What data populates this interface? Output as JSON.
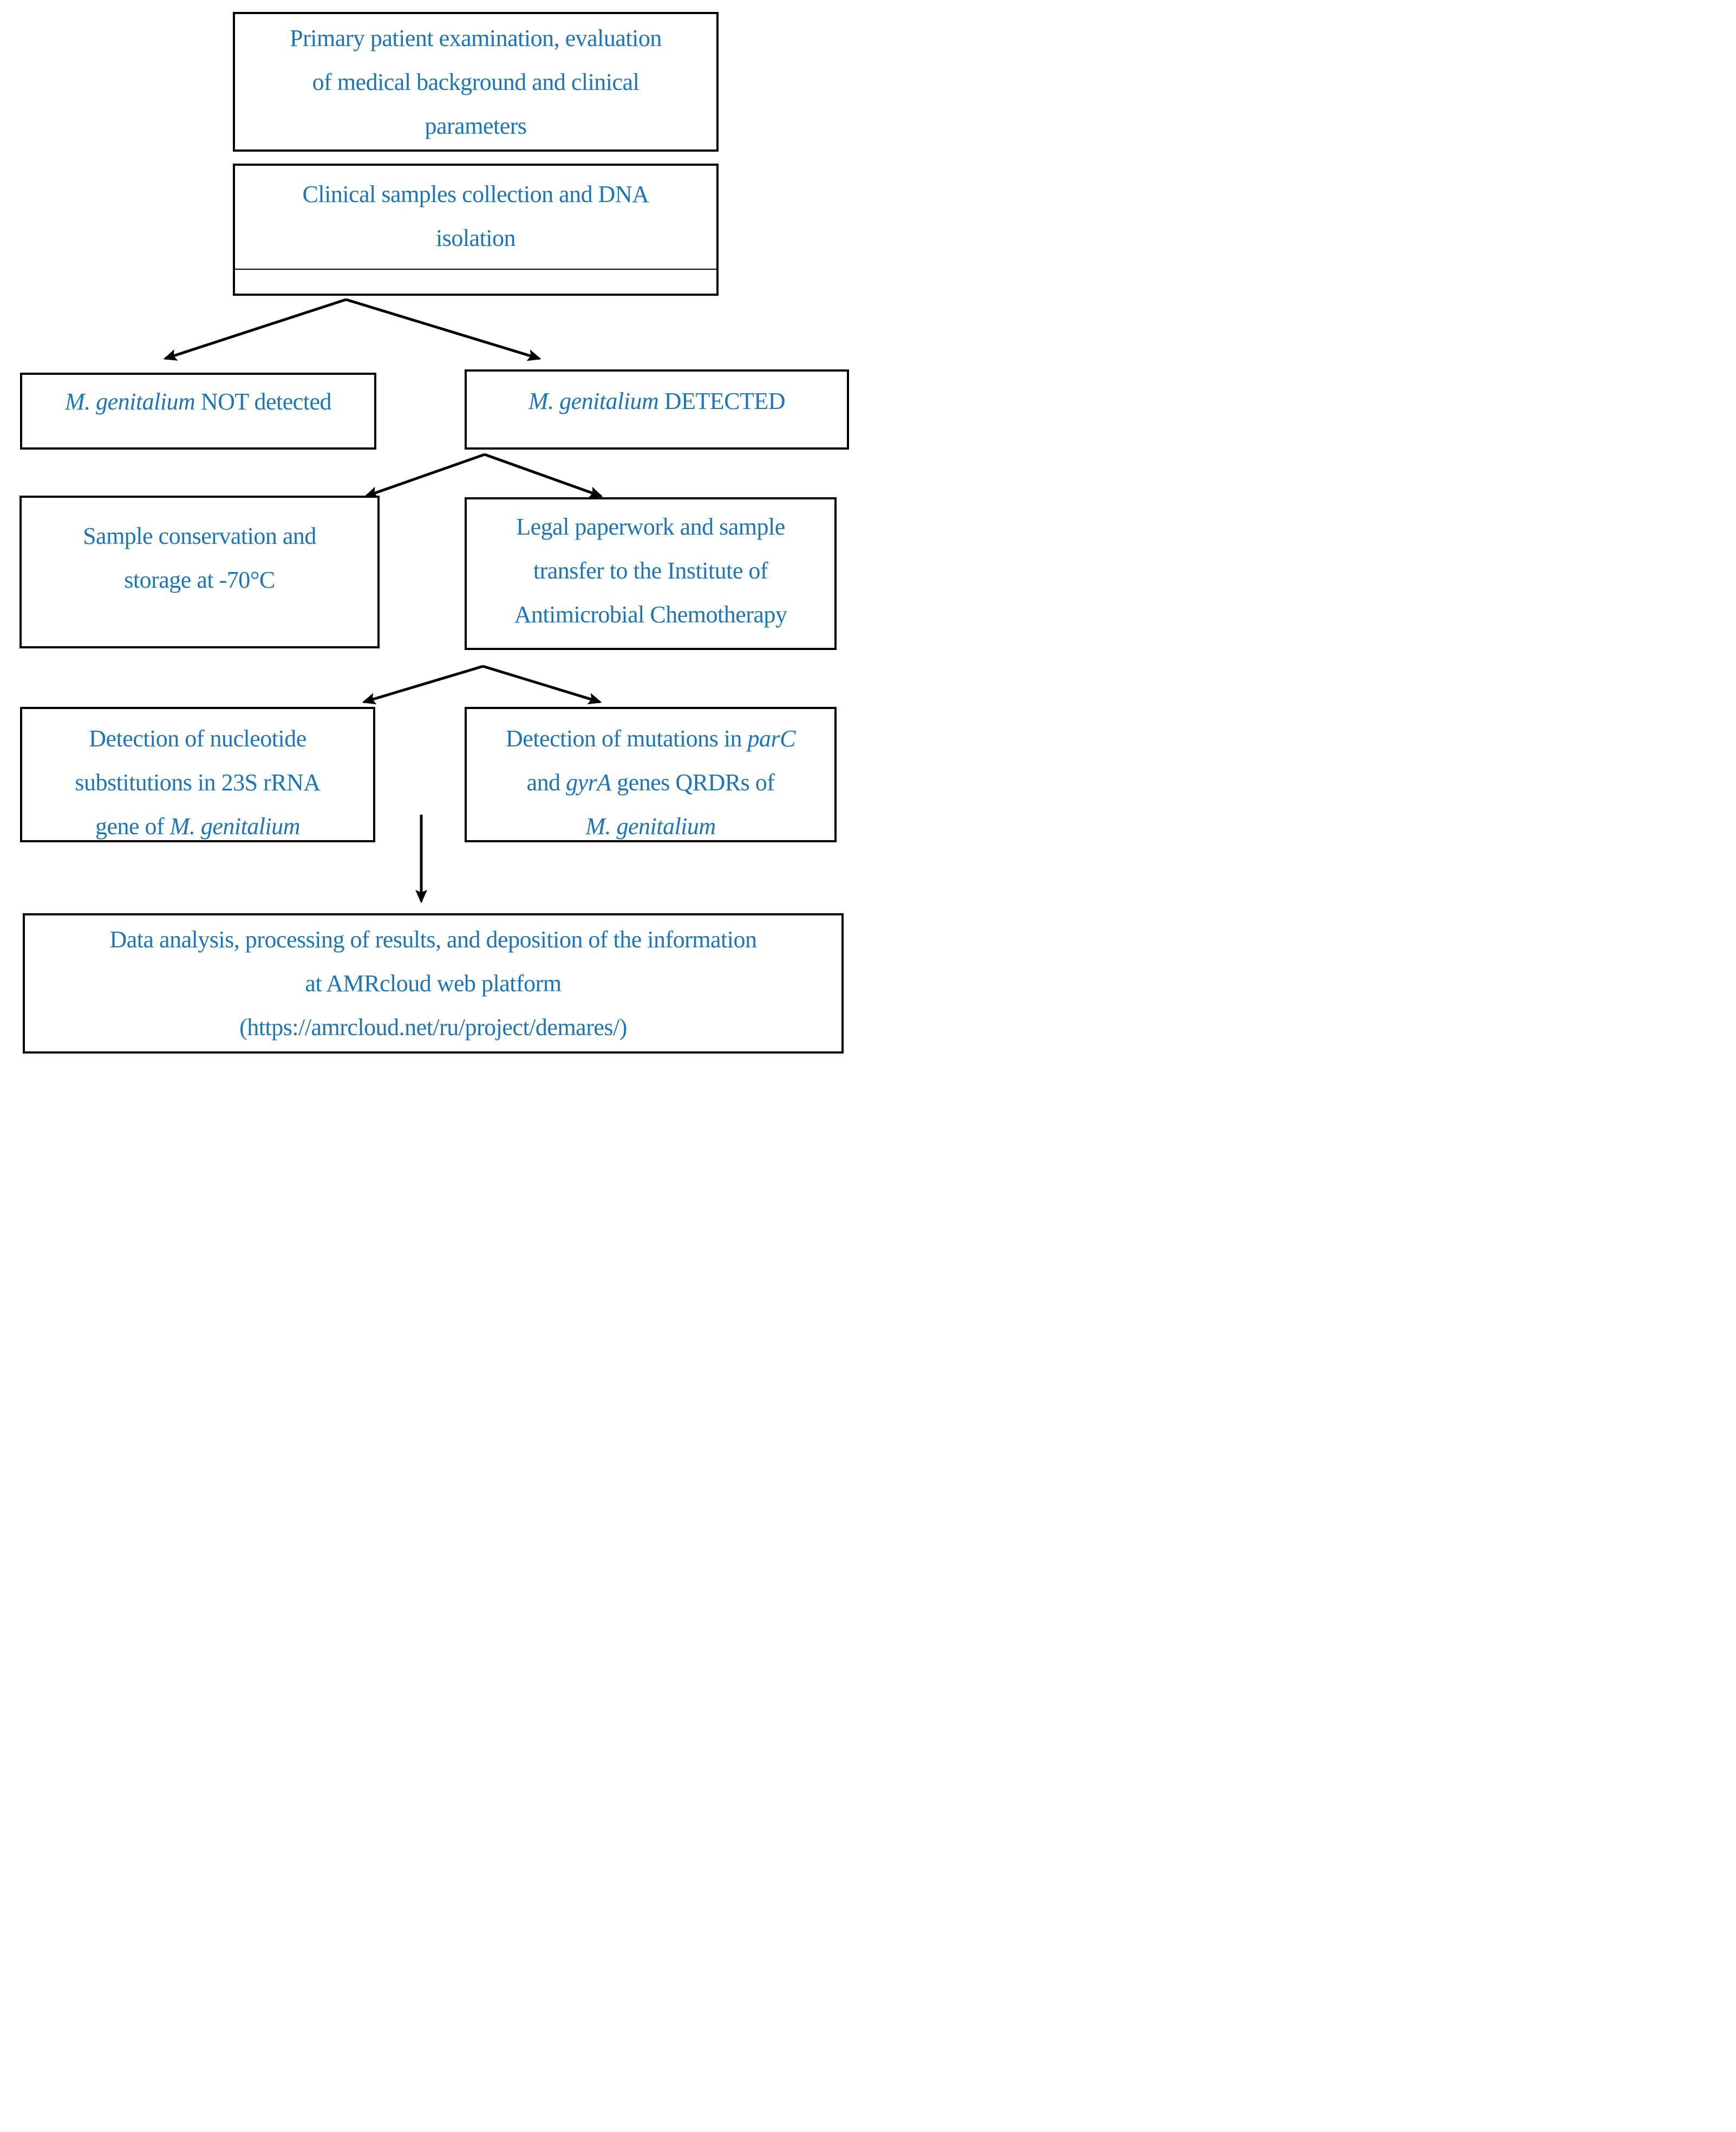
{
  "figure": {
    "background": "#ffffff",
    "text_color": "#1b75bc",
    "line_color": "#000000"
  },
  "boxes": {
    "primary_exam": {
      "l1": "Primary patient examination, evaluation",
      "l2": "of medical background and clinical",
      "l3": "parameters"
    },
    "sample_collection": {
      "l1": "Clinical samples collection and DNA",
      "l2": "isolation"
    },
    "not_detected": {
      "species": "M. genitalium",
      "rest": " NOT detected"
    },
    "detected": {
      "species": "M. genitalium",
      "rest": " DETECTED"
    },
    "conservation": {
      "l1": "Sample conservation and",
      "l2": "storage at -70°C"
    },
    "legal_transfer": {
      "l1": "Legal paperwork and sample",
      "l2": "transfer to the Institute of",
      "l3": "Antimicrobial Chemotherapy"
    },
    "detection_23s": {
      "l1": "Detection of nucleotide",
      "l2": "substitutions in 23S rRNA",
      "l3a": "gene of ",
      "l3b": "M. genitalium"
    },
    "detection_qrdr": {
      "l1a": "Detection of mutations in ",
      "l1b": "parC",
      "l2a": "and ",
      "l2b": "gyrA",
      "l2c": " genes QRDRs of",
      "l3": "M. genitalium"
    },
    "data_analysis": {
      "l1": "Data analysis, processing of results, and deposition of the information",
      "l2": "at AMRcloud web platform",
      "l3": "(https://amrcloud.net/ru/project/demares/)"
    }
  }
}
